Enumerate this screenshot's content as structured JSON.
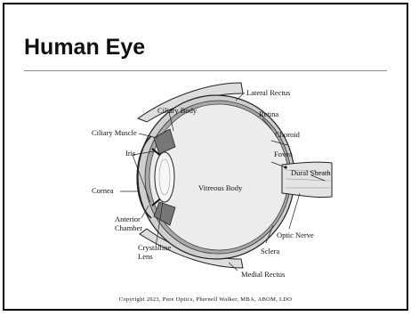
{
  "slide": {
    "title": "Human Eye",
    "copyright": "Copyright 2023, Pure Optics, Phernell Walker, MBA, ABOM, LDO"
  },
  "diagram": {
    "labels": {
      "lateral_rectus": "Lateral Rectus",
      "ciliary_body": "Ciliary Body",
      "retina": "Retina",
      "ciliary_muscle": "Ciliary Muscle",
      "choroid": "Choroid",
      "iris": "Iris",
      "fovea": "Fovea",
      "dural_sheath": "Dural Sheath",
      "vitreous_body": "Vitreous Body",
      "cornea": "Cornea",
      "anterior": "Anterior",
      "chamber": "Chamber",
      "optic_nerve": "Optic Nerve",
      "sclera": "Sclera",
      "crystalline": "Crystalline",
      "lens": "Lens",
      "medial_rectus": "Medial Rectus"
    }
  }
}
